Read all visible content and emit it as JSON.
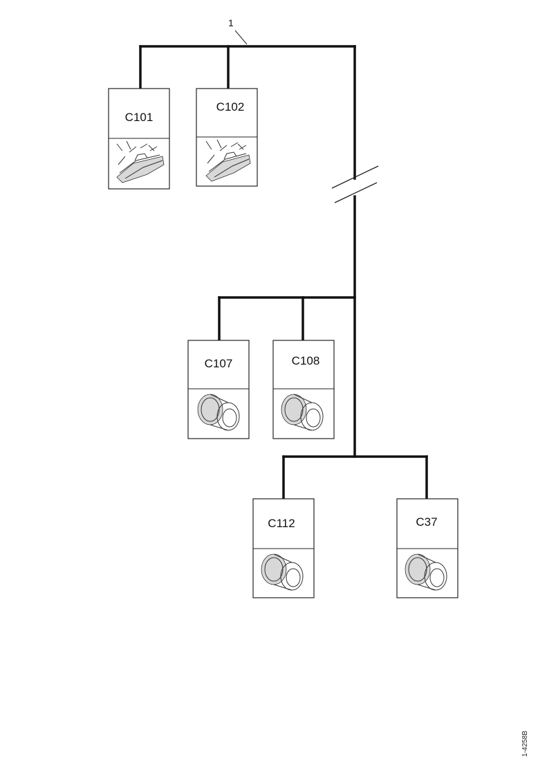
{
  "callout": {
    "label": "1"
  },
  "connectors": [
    {
      "id": "c101",
      "label": "C101",
      "image": "connector-block-icon"
    },
    {
      "id": "c102",
      "label": "C102",
      "image": "connector-block-icon"
    },
    {
      "id": "c107",
      "label": "C107",
      "image": "round-connector-icon"
    },
    {
      "id": "c108",
      "label": "C108",
      "image": "round-connector-icon"
    },
    {
      "id": "c112",
      "label": "C112",
      "image": "round-connector-icon"
    },
    {
      "id": "c37",
      "label": "C37",
      "image": "round-connector-icon"
    }
  ],
  "reference": {
    "code": "1-4258B"
  }
}
